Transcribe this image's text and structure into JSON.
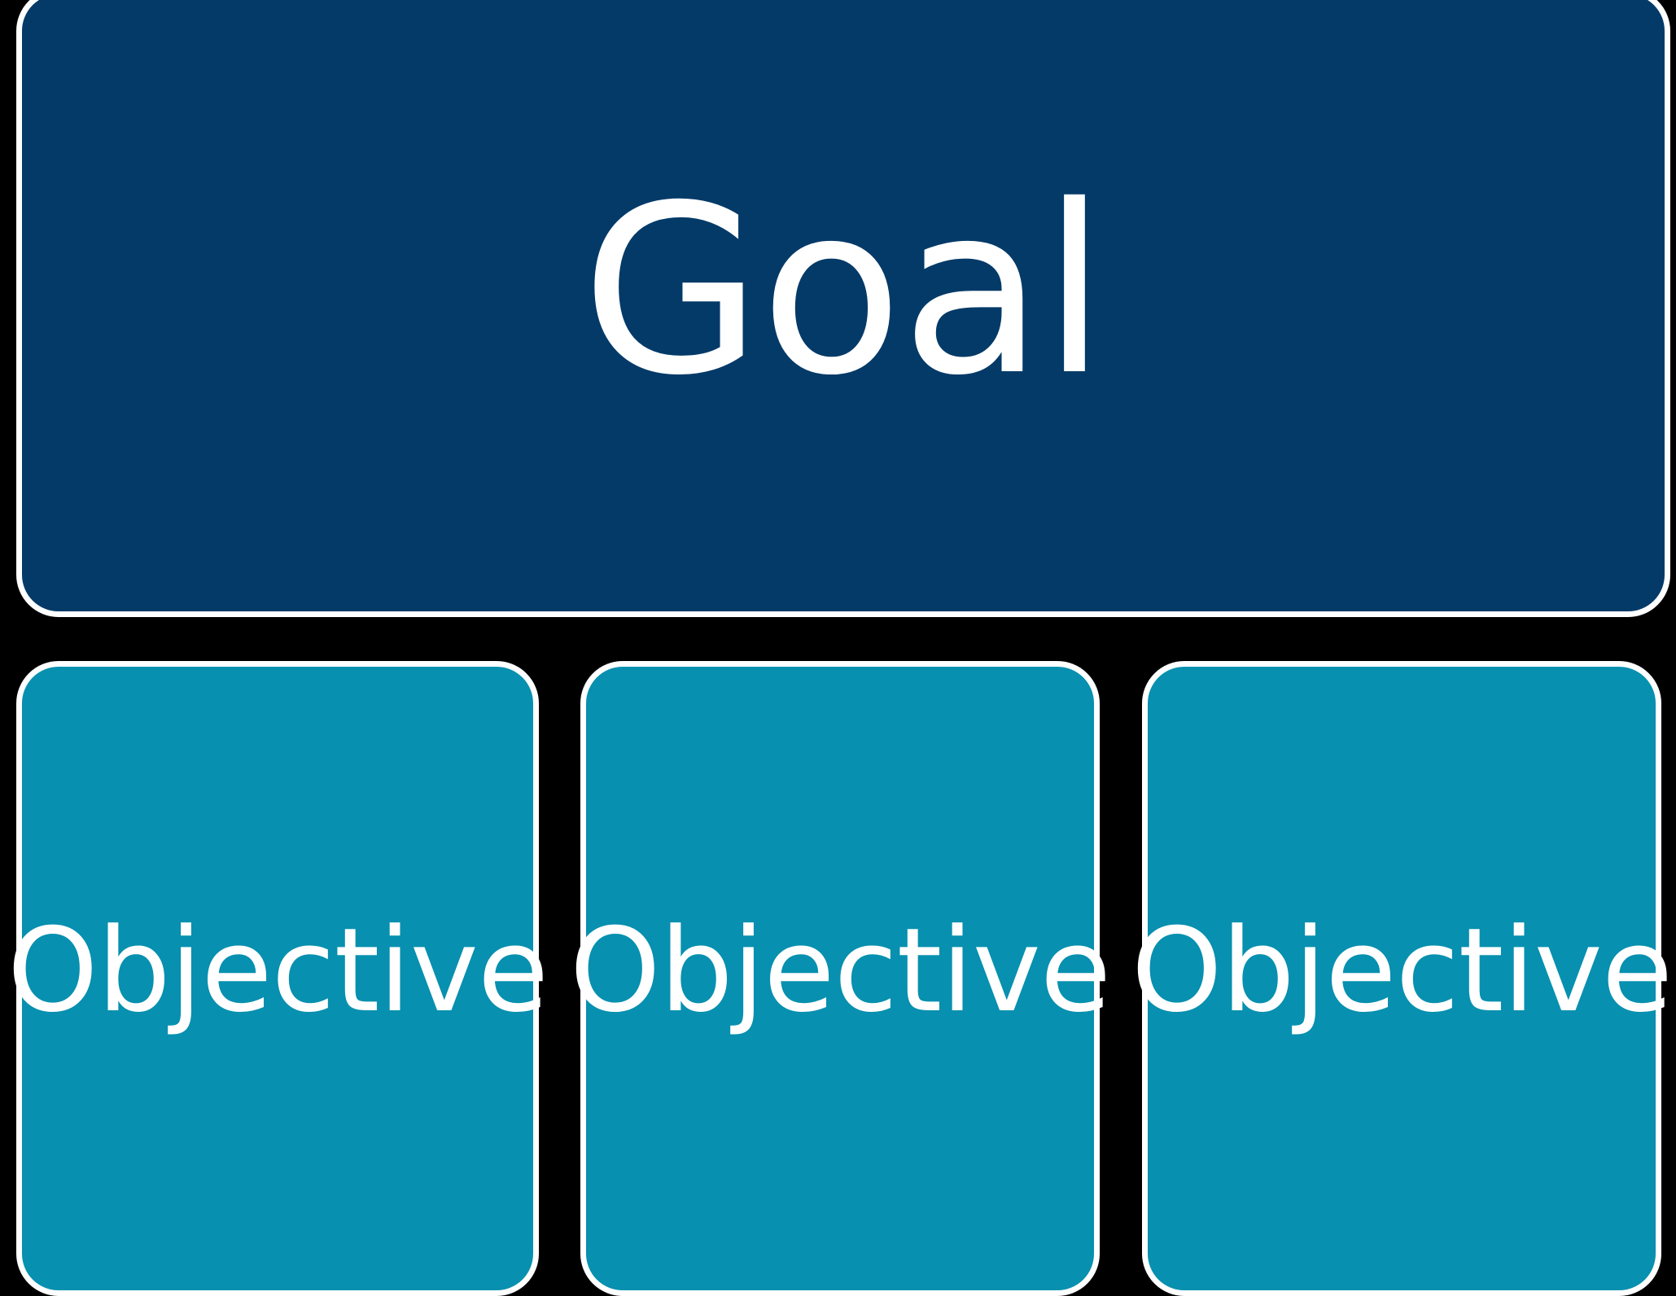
{
  "diagram": {
    "type": "goal-objective-hierarchy",
    "background_color": "#000000",
    "goal": {
      "label": "Goal",
      "fill_color": "#043A68",
      "border_color": "#FFFFFF",
      "text_color": "#FFFFFF"
    },
    "objectives": [
      {
        "label": "Objective",
        "fill_color": "#0790AF",
        "border_color": "#FFFFFF",
        "text_color": "#FFFFFF"
      },
      {
        "label": "Objective",
        "fill_color": "#0790AF",
        "border_color": "#FFFFFF",
        "text_color": "#FFFFFF"
      },
      {
        "label": "Objective",
        "fill_color": "#0790AF",
        "border_color": "#FFFFFF",
        "text_color": "#FFFFFF"
      }
    ]
  }
}
